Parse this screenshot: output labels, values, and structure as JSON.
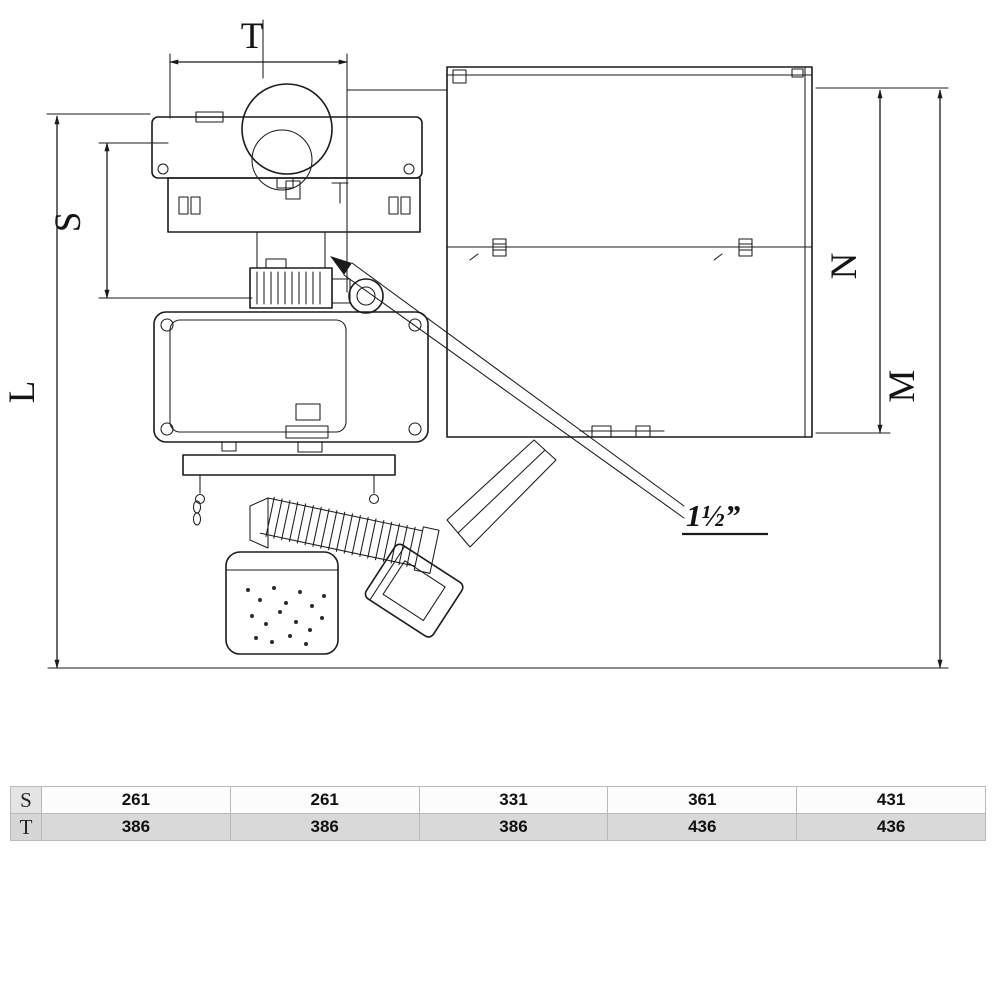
{
  "drawing": {
    "dims": {
      "t": "T",
      "s": "S",
      "l": "L",
      "n": "N",
      "m": "M"
    },
    "callout": "1½”"
  },
  "table": {
    "rows": [
      {
        "label": "S",
        "values": [
          "261",
          "261",
          "331",
          "361",
          "431"
        ]
      },
      {
        "label": "T",
        "values": [
          "386",
          "386",
          "386",
          "436",
          "436"
        ]
      }
    ]
  }
}
